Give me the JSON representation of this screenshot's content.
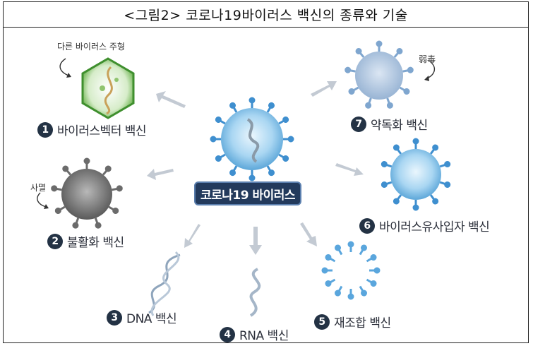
{
  "title": "<그림2> 코로나19바이러스 백신의 종류와 기술",
  "center": "코로나19 바이러스",
  "vaccines": [
    {
      "num": "1",
      "label": "바이러스벡터 백신",
      "note": "다른 바이러스 주형"
    },
    {
      "num": "2",
      "label": "불활화 백신",
      "note": "사멸"
    },
    {
      "num": "3",
      "label": "DNA 백신"
    },
    {
      "num": "4",
      "label": "RNA 백신"
    },
    {
      "num": "5",
      "label": "재조합 백신"
    },
    {
      "num": "6",
      "label": "바이러스유사입자 백신"
    },
    {
      "num": "7",
      "label": "약독화 백신",
      "note": "弱毒"
    }
  ],
  "colors": {
    "virus_blue": "#6fb4e0",
    "spike_blue": "#3f8fcf",
    "dark_navy": "#233244",
    "inactivated_gray": "#7a7a7a",
    "vector_green": "#4fa843"
  }
}
